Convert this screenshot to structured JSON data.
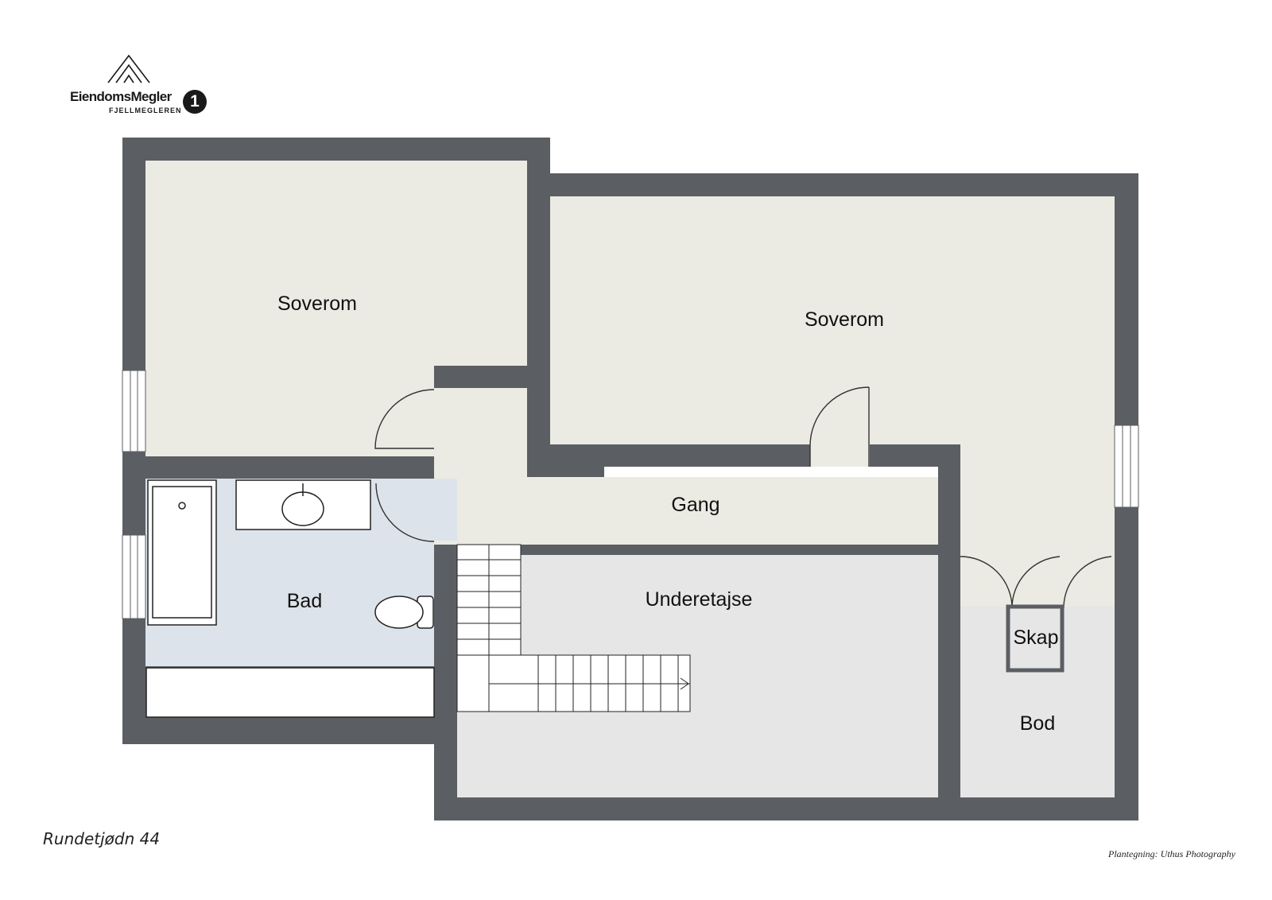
{
  "brand": {
    "name": "EiendomsMegler",
    "number": "1",
    "subtitle": "FJELLMEGLEREN"
  },
  "rooms": {
    "bedroom_left": "Soverom",
    "bedroom_right": "Soverom",
    "hallway": "Gang",
    "bathroom": "Bad",
    "basement": "Underetajse",
    "closet": "Skap",
    "storage": "Bod"
  },
  "address": "Rundetjødn 44",
  "credit": "Plantegning: Uthus Photography",
  "colors": {
    "wall": "#5b5e62",
    "bedroom_floor": "#ebebe3",
    "bathroom_floor": "#dde3ea",
    "basement_floor": "#e6e6e6",
    "fixture_outline": "#222222"
  }
}
